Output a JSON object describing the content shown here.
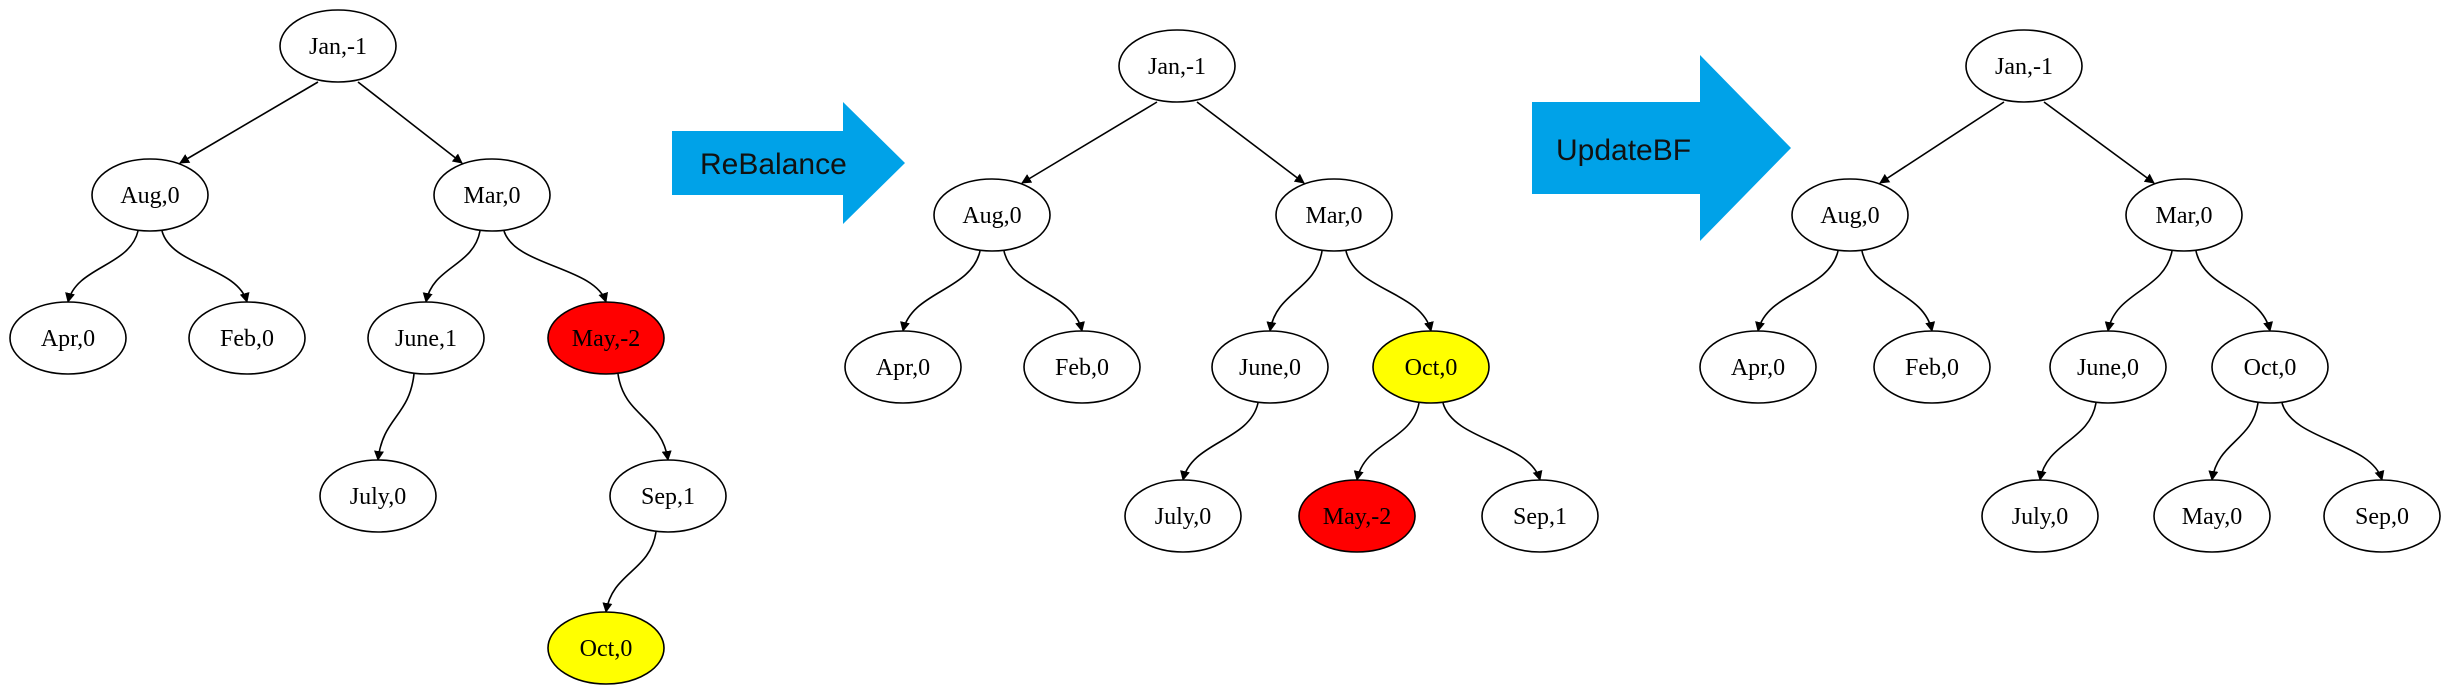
{
  "colors": {
    "node_default": "#ffffff",
    "node_red": "#ff0000",
    "node_yellow": "#ffff00",
    "stroke": "#000000",
    "arrow_fill": "#00a2e8"
  },
  "steps": [
    {
      "label": "ReBalance"
    },
    {
      "label": "UpdateBF"
    }
  ],
  "trees": [
    {
      "nodes": [
        {
          "id": "jan",
          "label": "Jan,-1",
          "color": "default"
        },
        {
          "id": "aug",
          "label": "Aug,0",
          "color": "default"
        },
        {
          "id": "mar",
          "label": "Mar,0",
          "color": "default"
        },
        {
          "id": "apr",
          "label": "Apr,0",
          "color": "default"
        },
        {
          "id": "feb",
          "label": "Feb,0",
          "color": "default"
        },
        {
          "id": "june",
          "label": "June,1",
          "color": "default"
        },
        {
          "id": "may",
          "label": "May,-2",
          "color": "red"
        },
        {
          "id": "july",
          "label": "July,0",
          "color": "default"
        },
        {
          "id": "sep",
          "label": "Sep,1",
          "color": "default"
        },
        {
          "id": "oct",
          "label": "Oct,0",
          "color": "yellow"
        }
      ],
      "edges": [
        [
          "jan",
          "aug"
        ],
        [
          "jan",
          "mar"
        ],
        [
          "aug",
          "apr"
        ],
        [
          "aug",
          "feb"
        ],
        [
          "mar",
          "june"
        ],
        [
          "mar",
          "may"
        ],
        [
          "june",
          "july"
        ],
        [
          "may",
          "sep"
        ],
        [
          "sep",
          "oct"
        ]
      ]
    },
    {
      "nodes": [
        {
          "id": "jan",
          "label": "Jan,-1",
          "color": "default"
        },
        {
          "id": "aug",
          "label": "Aug,0",
          "color": "default"
        },
        {
          "id": "mar",
          "label": "Mar,0",
          "color": "default"
        },
        {
          "id": "apr",
          "label": "Apr,0",
          "color": "default"
        },
        {
          "id": "feb",
          "label": "Feb,0",
          "color": "default"
        },
        {
          "id": "june",
          "label": "June,0",
          "color": "default"
        },
        {
          "id": "oct",
          "label": "Oct,0",
          "color": "yellow"
        },
        {
          "id": "july",
          "label": "July,0",
          "color": "default"
        },
        {
          "id": "may",
          "label": "May,-2",
          "color": "red"
        },
        {
          "id": "sep",
          "label": "Sep,1",
          "color": "default"
        }
      ],
      "edges": [
        [
          "jan",
          "aug"
        ],
        [
          "jan",
          "mar"
        ],
        [
          "aug",
          "apr"
        ],
        [
          "aug",
          "feb"
        ],
        [
          "mar",
          "june"
        ],
        [
          "mar",
          "oct"
        ],
        [
          "june",
          "july"
        ],
        [
          "oct",
          "may"
        ],
        [
          "oct",
          "sep"
        ]
      ]
    },
    {
      "nodes": [
        {
          "id": "jan",
          "label": "Jan,-1",
          "color": "default"
        },
        {
          "id": "aug",
          "label": "Aug,0",
          "color": "default"
        },
        {
          "id": "mar",
          "label": "Mar,0",
          "color": "default"
        },
        {
          "id": "apr",
          "label": "Apr,0",
          "color": "default"
        },
        {
          "id": "feb",
          "label": "Feb,0",
          "color": "default"
        },
        {
          "id": "june",
          "label": "June,0",
          "color": "default"
        },
        {
          "id": "oct",
          "label": "Oct,0",
          "color": "default"
        },
        {
          "id": "july",
          "label": "July,0",
          "color": "default"
        },
        {
          "id": "may",
          "label": "May,0",
          "color": "default"
        },
        {
          "id": "sep",
          "label": "Sep,0",
          "color": "default"
        }
      ],
      "edges": [
        [
          "jan",
          "aug"
        ],
        [
          "jan",
          "mar"
        ],
        [
          "aug",
          "apr"
        ],
        [
          "aug",
          "feb"
        ],
        [
          "mar",
          "june"
        ],
        [
          "mar",
          "oct"
        ],
        [
          "june",
          "july"
        ],
        [
          "oct",
          "may"
        ],
        [
          "oct",
          "sep"
        ]
      ]
    }
  ]
}
